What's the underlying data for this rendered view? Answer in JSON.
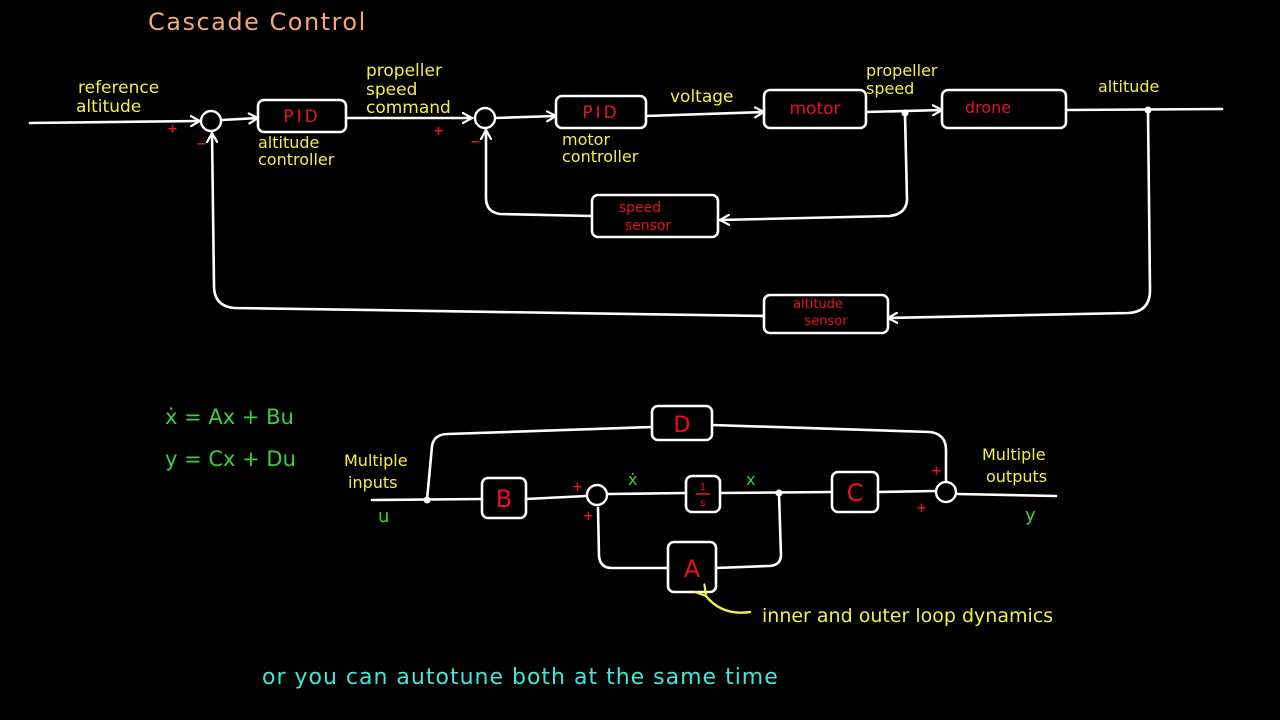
{
  "title": "Cascade Control",
  "cascade": {
    "blocks": {
      "pid_altitude": "PID",
      "pid_motor": "PID",
      "motor": "motor",
      "drone": "drone",
      "speed_sensor_1": "speed",
      "speed_sensor_2": "sensor",
      "altitude_sensor_1": "altitude",
      "altitude_sensor_2": "sensor"
    },
    "labels": {
      "reference_1": "reference",
      "reference_2": "altitude",
      "prop_cmd_1": "propeller",
      "prop_cmd_2": "speed",
      "prop_cmd_3": "command",
      "voltage": "voltage",
      "prop_speed_1": "propeller",
      "prop_speed_2": "speed",
      "altitude_out": "altitude",
      "alt_ctrl_1": "altitude",
      "alt_ctrl_2": "controller",
      "motor_ctrl_1": "motor",
      "motor_ctrl_2": "controller"
    },
    "signs": {
      "plus": "+",
      "minus": "−"
    }
  },
  "state_space": {
    "equations": {
      "line1": "ẋ = Ax + Bu",
      "line2": "y = Cx + Du"
    },
    "blocks": {
      "A": "A",
      "B": "B",
      "C": "C",
      "D": "D",
      "integrator_num": "1",
      "integrator_den": "s"
    },
    "labels": {
      "inputs_1": "Multiple",
      "inputs_2": "inputs",
      "u": "u",
      "outputs_1": "Multiple",
      "outputs_2": "outputs",
      "y": "y",
      "xdot": "ẋ",
      "x": "x",
      "plus": "+"
    },
    "annotation": "inner and outer loop dynamics"
  },
  "caption": "or you can autotune both at the same time"
}
